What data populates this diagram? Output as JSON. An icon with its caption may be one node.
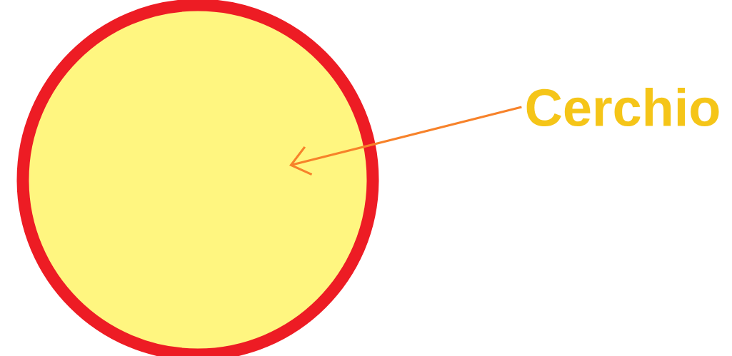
{
  "diagram": {
    "nodes": [
      {
        "text": [
          "Cerchio"
        ]
      },
      {
        "text": [],
        "shape": "circle"
      }
    ],
    "edges": [
      {
        "from": 0,
        "to": 1,
        "arrow": "to"
      }
    ]
  }
}
